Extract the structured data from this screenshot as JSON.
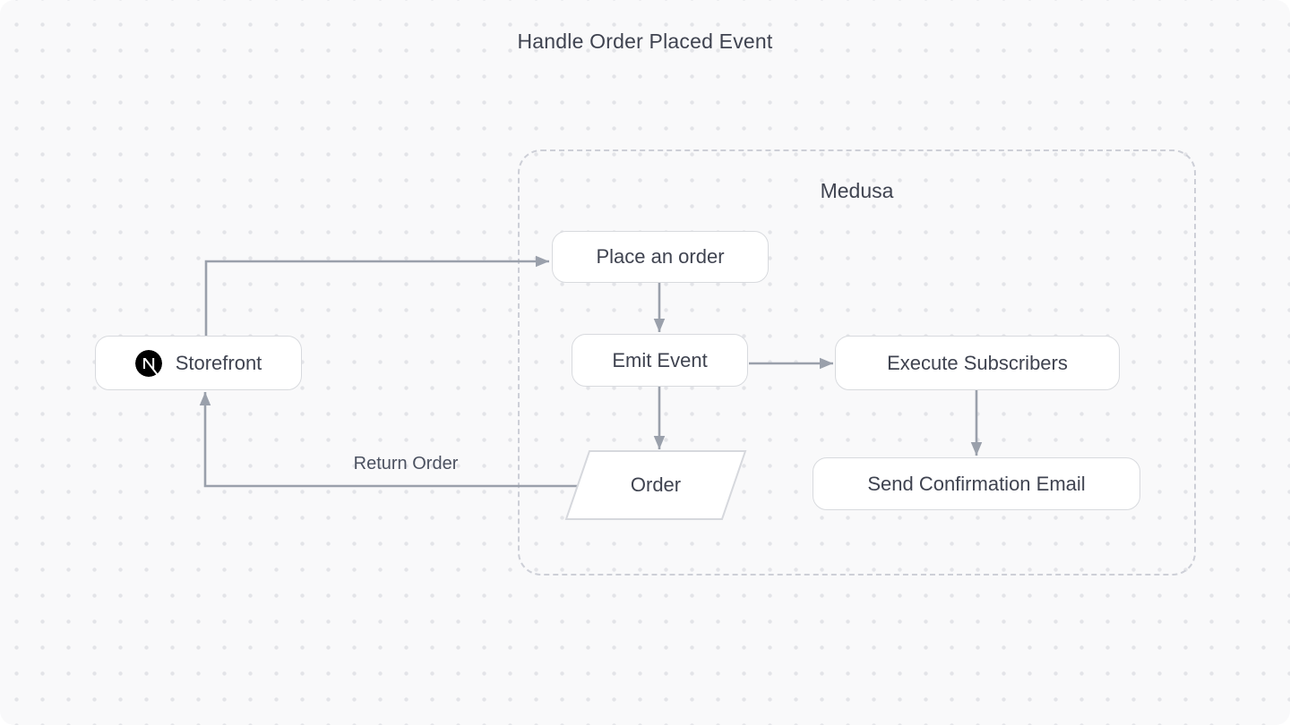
{
  "diagram": {
    "title": "Handle Order Placed Event",
    "container": {
      "label": "Medusa"
    },
    "nodes": [
      {
        "id": "storefront",
        "label": "Storefront",
        "icon": "nextjs-logo",
        "shape": "rounded-rect"
      },
      {
        "id": "place-an-order",
        "label": "Place an order",
        "shape": "rounded-rect"
      },
      {
        "id": "emit-event",
        "label": "Emit Event",
        "shape": "rounded-rect"
      },
      {
        "id": "execute-subscribers",
        "label": "Execute Subscribers",
        "shape": "rounded-rect"
      },
      {
        "id": "order",
        "label": "Order",
        "shape": "parallelogram"
      },
      {
        "id": "send-confirmation-email",
        "label": "Send Confirmation Email",
        "shape": "rounded-rect"
      }
    ],
    "edges": [
      {
        "from": "storefront",
        "to": "place-an-order",
        "label": ""
      },
      {
        "from": "place-an-order",
        "to": "emit-event",
        "label": ""
      },
      {
        "from": "emit-event",
        "to": "execute-subscribers",
        "label": ""
      },
      {
        "from": "emit-event",
        "to": "order",
        "label": ""
      },
      {
        "from": "execute-subscribers",
        "to": "send-confirmation-email",
        "label": ""
      },
      {
        "from": "order",
        "to": "storefront",
        "label": "Return Order"
      }
    ],
    "colors": {
      "background": "#f9f9fa",
      "dot": "#e3e4e8",
      "node_fill": "#ffffff",
      "node_border": "#d8dade",
      "container_border": "#cdcfd7",
      "edge": "#9aa0ab",
      "text": "#3f4350",
      "edge_label_text": "#4b5160",
      "nextjs_logo_bg": "#000000"
    }
  }
}
